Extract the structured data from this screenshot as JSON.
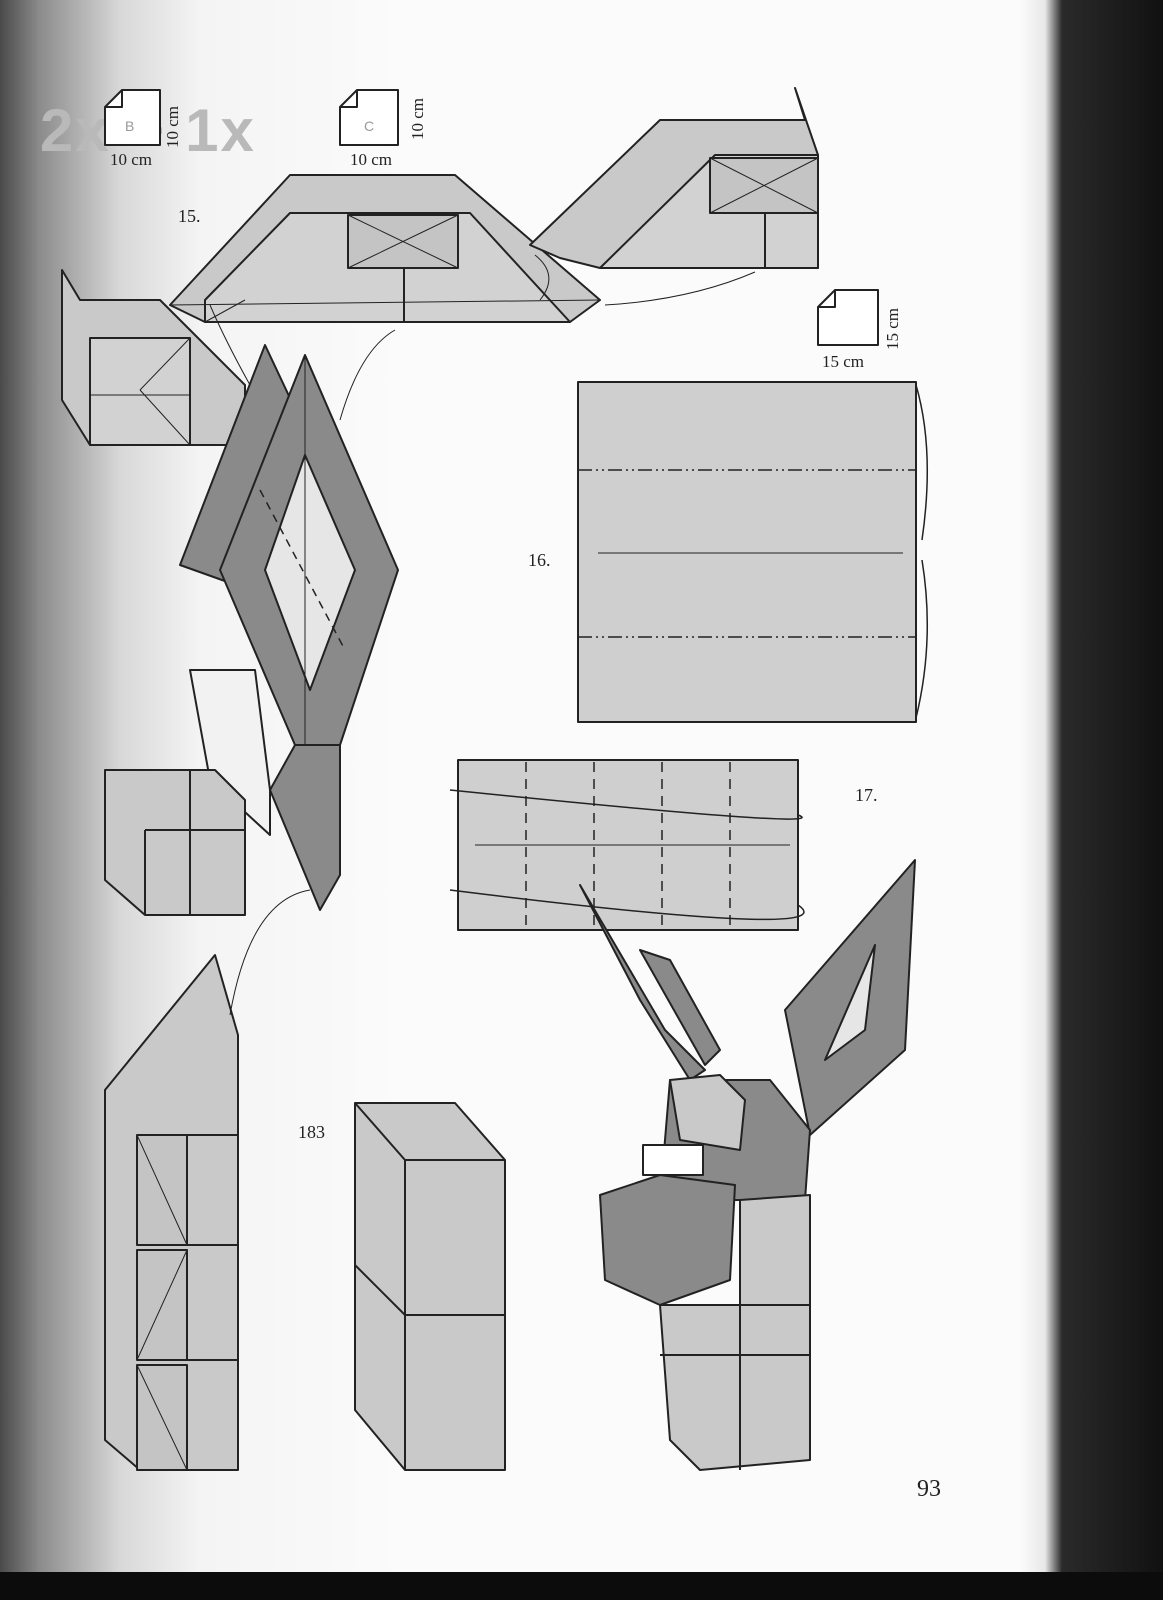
{
  "header": {
    "ghost_text": "2x      + 1x",
    "paper_b": {
      "letter": "B",
      "width": "10 cm",
      "height": "10 cm"
    },
    "paper_c": {
      "letter": "C",
      "width": "10 cm",
      "height": "10 cm"
    },
    "paper_large": {
      "width": "15 cm",
      "height": "15 cm"
    }
  },
  "steps": {
    "step15": "15.",
    "step16": "16.",
    "step17": "17.",
    "step183": "183"
  },
  "page_number": "93"
}
